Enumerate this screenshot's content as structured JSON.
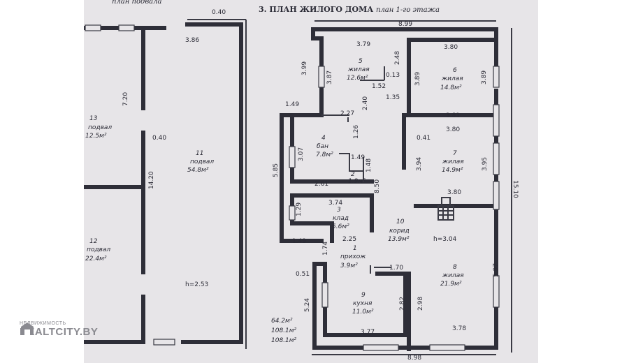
{
  "colors": {
    "sheet": "#e7e5e8",
    "ink": "#2e2e38",
    "background": "#ffffff"
  },
  "header": {
    "title": "3. ПЛАН ЖИЛОГО ДОМА",
    "subtitle": "план 1-го этажа",
    "basement_caption": "план подвала"
  },
  "basement": {
    "rooms": [
      {
        "label": "подвал",
        "num": "11",
        "area": "54.8м²"
      },
      {
        "label": "подвал",
        "num": "12",
        "area": "22.4м²"
      },
      {
        "label": "подвал",
        "num": "13",
        "area": "12.5м²"
      }
    ],
    "height": "h=2.53",
    "dims": [
      "0.40",
      "3.86",
      "7.20",
      "0.40",
      "14.20"
    ]
  },
  "floor": {
    "rooms": [
      {
        "num": "5",
        "label": "жилая",
        "area": "12.6м²"
      },
      {
        "num": "6",
        "label": "жилая",
        "area": "14.8м²"
      },
      {
        "num": "4",
        "label": "бан",
        "area": "7.8м²"
      },
      {
        "num": "7",
        "label": "жилая",
        "area": "14.9м²"
      },
      {
        "num": "3",
        "label": "клад",
        "area": "5.6м²"
      },
      {
        "num": "10",
        "label": "корид",
        "area": "13.9м²"
      },
      {
        "num": "2",
        "label": "",
        "area": "1.9м²"
      },
      {
        "num": "1",
        "label": "прихож",
        "area": "3.9м²"
      },
      {
        "num": "8",
        "label": "жилая",
        "area": "21.9м²"
      },
      {
        "num": "9",
        "label": "кухня",
        "area": "11.0м²"
      }
    ],
    "height": "h=3.04",
    "dims": {
      "top": "8.99",
      "bottom": "8.98",
      "right": "15.10",
      "mid": "8.50",
      "d379": "3.79",
      "d380a": "3.80",
      "d399": "3.99",
      "d387": "3.87",
      "d248": "2.48",
      "d013": "0.13",
      "d152": "1.52",
      "d135": "1.35",
      "d389a": "3.89",
      "d389b": "3.89",
      "d149a": "1.49",
      "d227": "2.27",
      "d240": "2.40",
      "d381": "3.81",
      "d380b": "3.80",
      "d126": "1.26",
      "d041": "0.41",
      "d307": "3.07",
      "d585": "5.85",
      "d149b": "1.49",
      "d148": "1.48",
      "d394": "3.94",
      "d395": "3.95",
      "d261": "2.61",
      "d380c": "3.80",
      "d374": "3.74",
      "d129": "1.29",
      "d225": "2.25",
      "d149c": "1.49",
      "d174": "1.74",
      "d170": "1.70",
      "d051": "0.51",
      "d597": "5.97",
      "d524": "5.24",
      "d282": "2.82",
      "d298": "2.98",
      "d377": "3.77",
      "d378": "3.78"
    },
    "totals": [
      "64.2м²",
      "108.1м²",
      "108.1м²"
    ]
  },
  "watermark": {
    "top": "НЕДВИЖИМОСТЬ",
    "main": "REALTCITY.BY"
  }
}
